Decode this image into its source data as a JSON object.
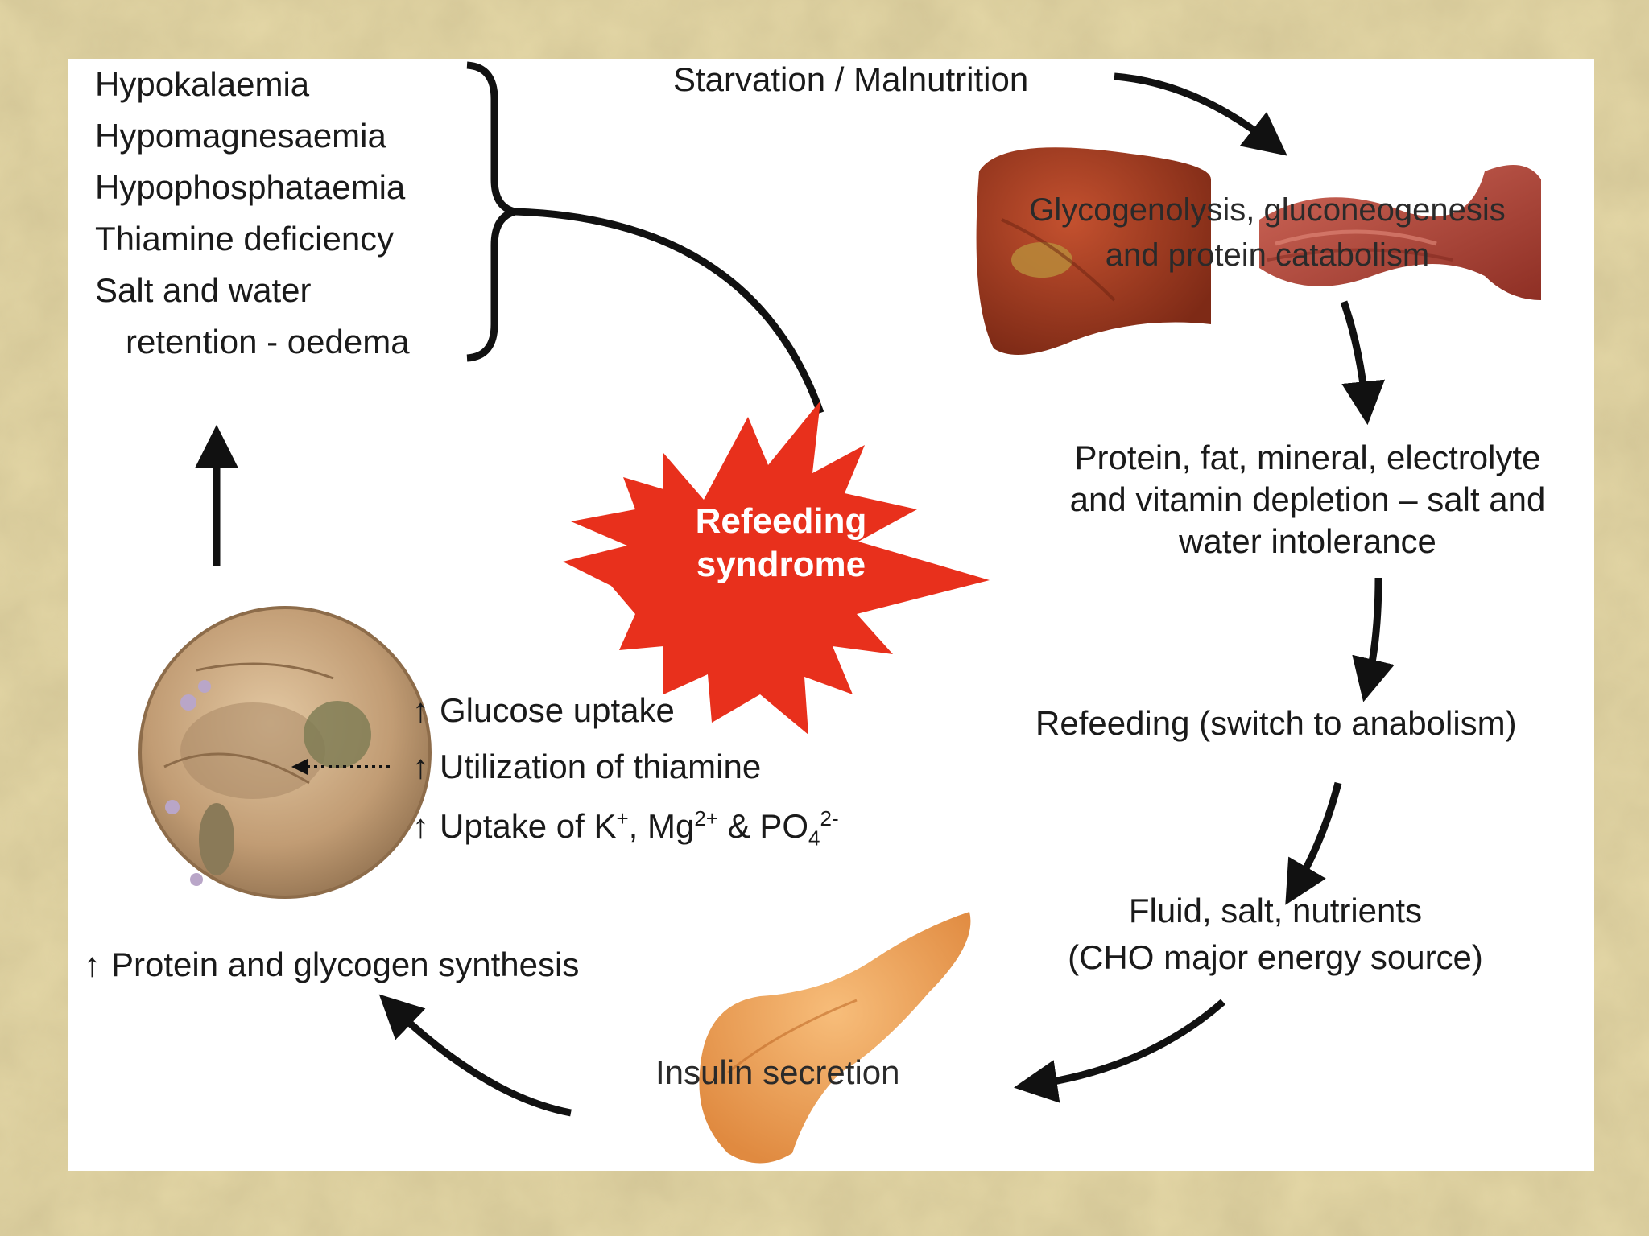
{
  "colors": {
    "background": "#e4d7a6",
    "panel": "#ffffff",
    "burst": "#e8301c",
    "liver": "#a33a1f",
    "muscle": "#b44a3a",
    "pancreas": "#f0a05a",
    "cell": "#c9a77f"
  },
  "icons": [
    "liver-illustration",
    "muscle-illustration",
    "pancreas-illustration",
    "cell-illustration"
  ],
  "consequences": [
    "Hypokalaemia",
    "Hypomagnesaemia",
    "Hypophosphataemia",
    "Thiamine deficiency",
    "Salt and water",
    "retention - oedema"
  ],
  "starvation": "Starvation / Malnutrition",
  "glycogenolysis": {
    "line1": "Glycogenolysis, gluconeogenesis",
    "line2": "and protein catabolism"
  },
  "depletion": {
    "line1": "Protein, fat, mineral, electrolyte",
    "line2": "and vitamin depletion – salt and",
    "line3": "water intolerance"
  },
  "refeeding": "Refeeding (switch to anabolism)",
  "fluid": {
    "line1": "Fluid, salt, nutrients",
    "line2": "(CHO major energy source)"
  },
  "insulin": "Insulin secretion",
  "center": {
    "line1": "Refeeding",
    "line2": "syndrome"
  },
  "cell_effects": {
    "arrow": "↑",
    "glucose": "Glucose uptake",
    "thiamine": "Utilization of thiamine",
    "uptake_prefix": "Uptake of K",
    "k_charge": "+",
    "mg_prefix": ", Mg",
    "mg_charge": "2+",
    "po_prefix": " & PO",
    "po_sub": "4",
    "po_charge": "2-"
  },
  "synthesis": {
    "arrow": "↑",
    "text": "Protein and glycogen synthesis"
  }
}
